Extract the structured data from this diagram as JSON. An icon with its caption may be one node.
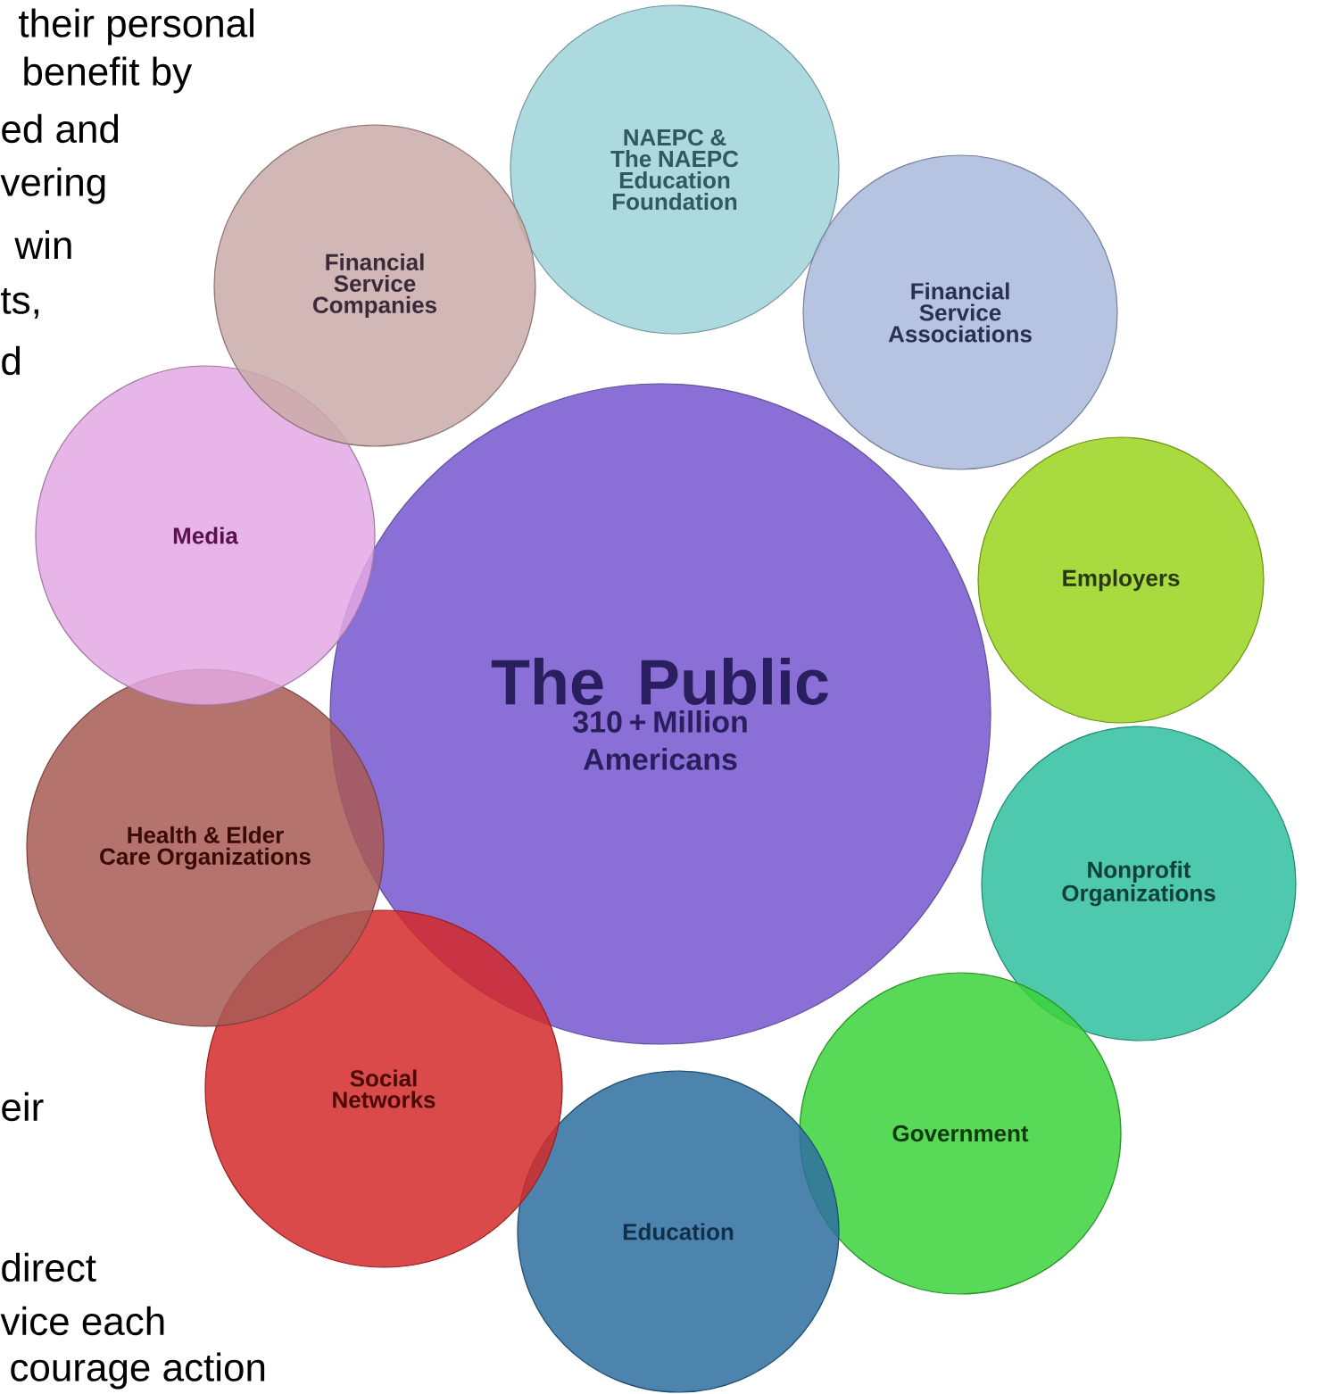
{
  "diagram": {
    "nodes": [
      {
        "text": [
          "The Public",
          "310 + Million Americans"
        ]
      },
      {
        "text": [
          "NAEPC & The NAEPC Education Foundation"
        ]
      },
      {
        "text": [
          "Financial Service Associations"
        ]
      },
      {
        "text": [
          "Employers"
        ]
      },
      {
        "text": [
          "Nonprofit Organizations"
        ]
      },
      {
        "text": [
          "Government"
        ]
      },
      {
        "text": [
          "Education"
        ]
      },
      {
        "text": [
          "Social Networks"
        ]
      },
      {
        "text": [
          "Health & Elder Care Organizations"
        ]
      },
      {
        "text": [
          "Media"
        ]
      },
      {
        "text": [
          "Financial Service Companies"
        ]
      }
    ],
    "labels": [
      "their personal",
      "benefit by",
      "ed and",
      "vering",
      "win",
      "ts,",
      "d",
      "eir",
      "direct",
      "vice each",
      "courage action"
    ]
  }
}
